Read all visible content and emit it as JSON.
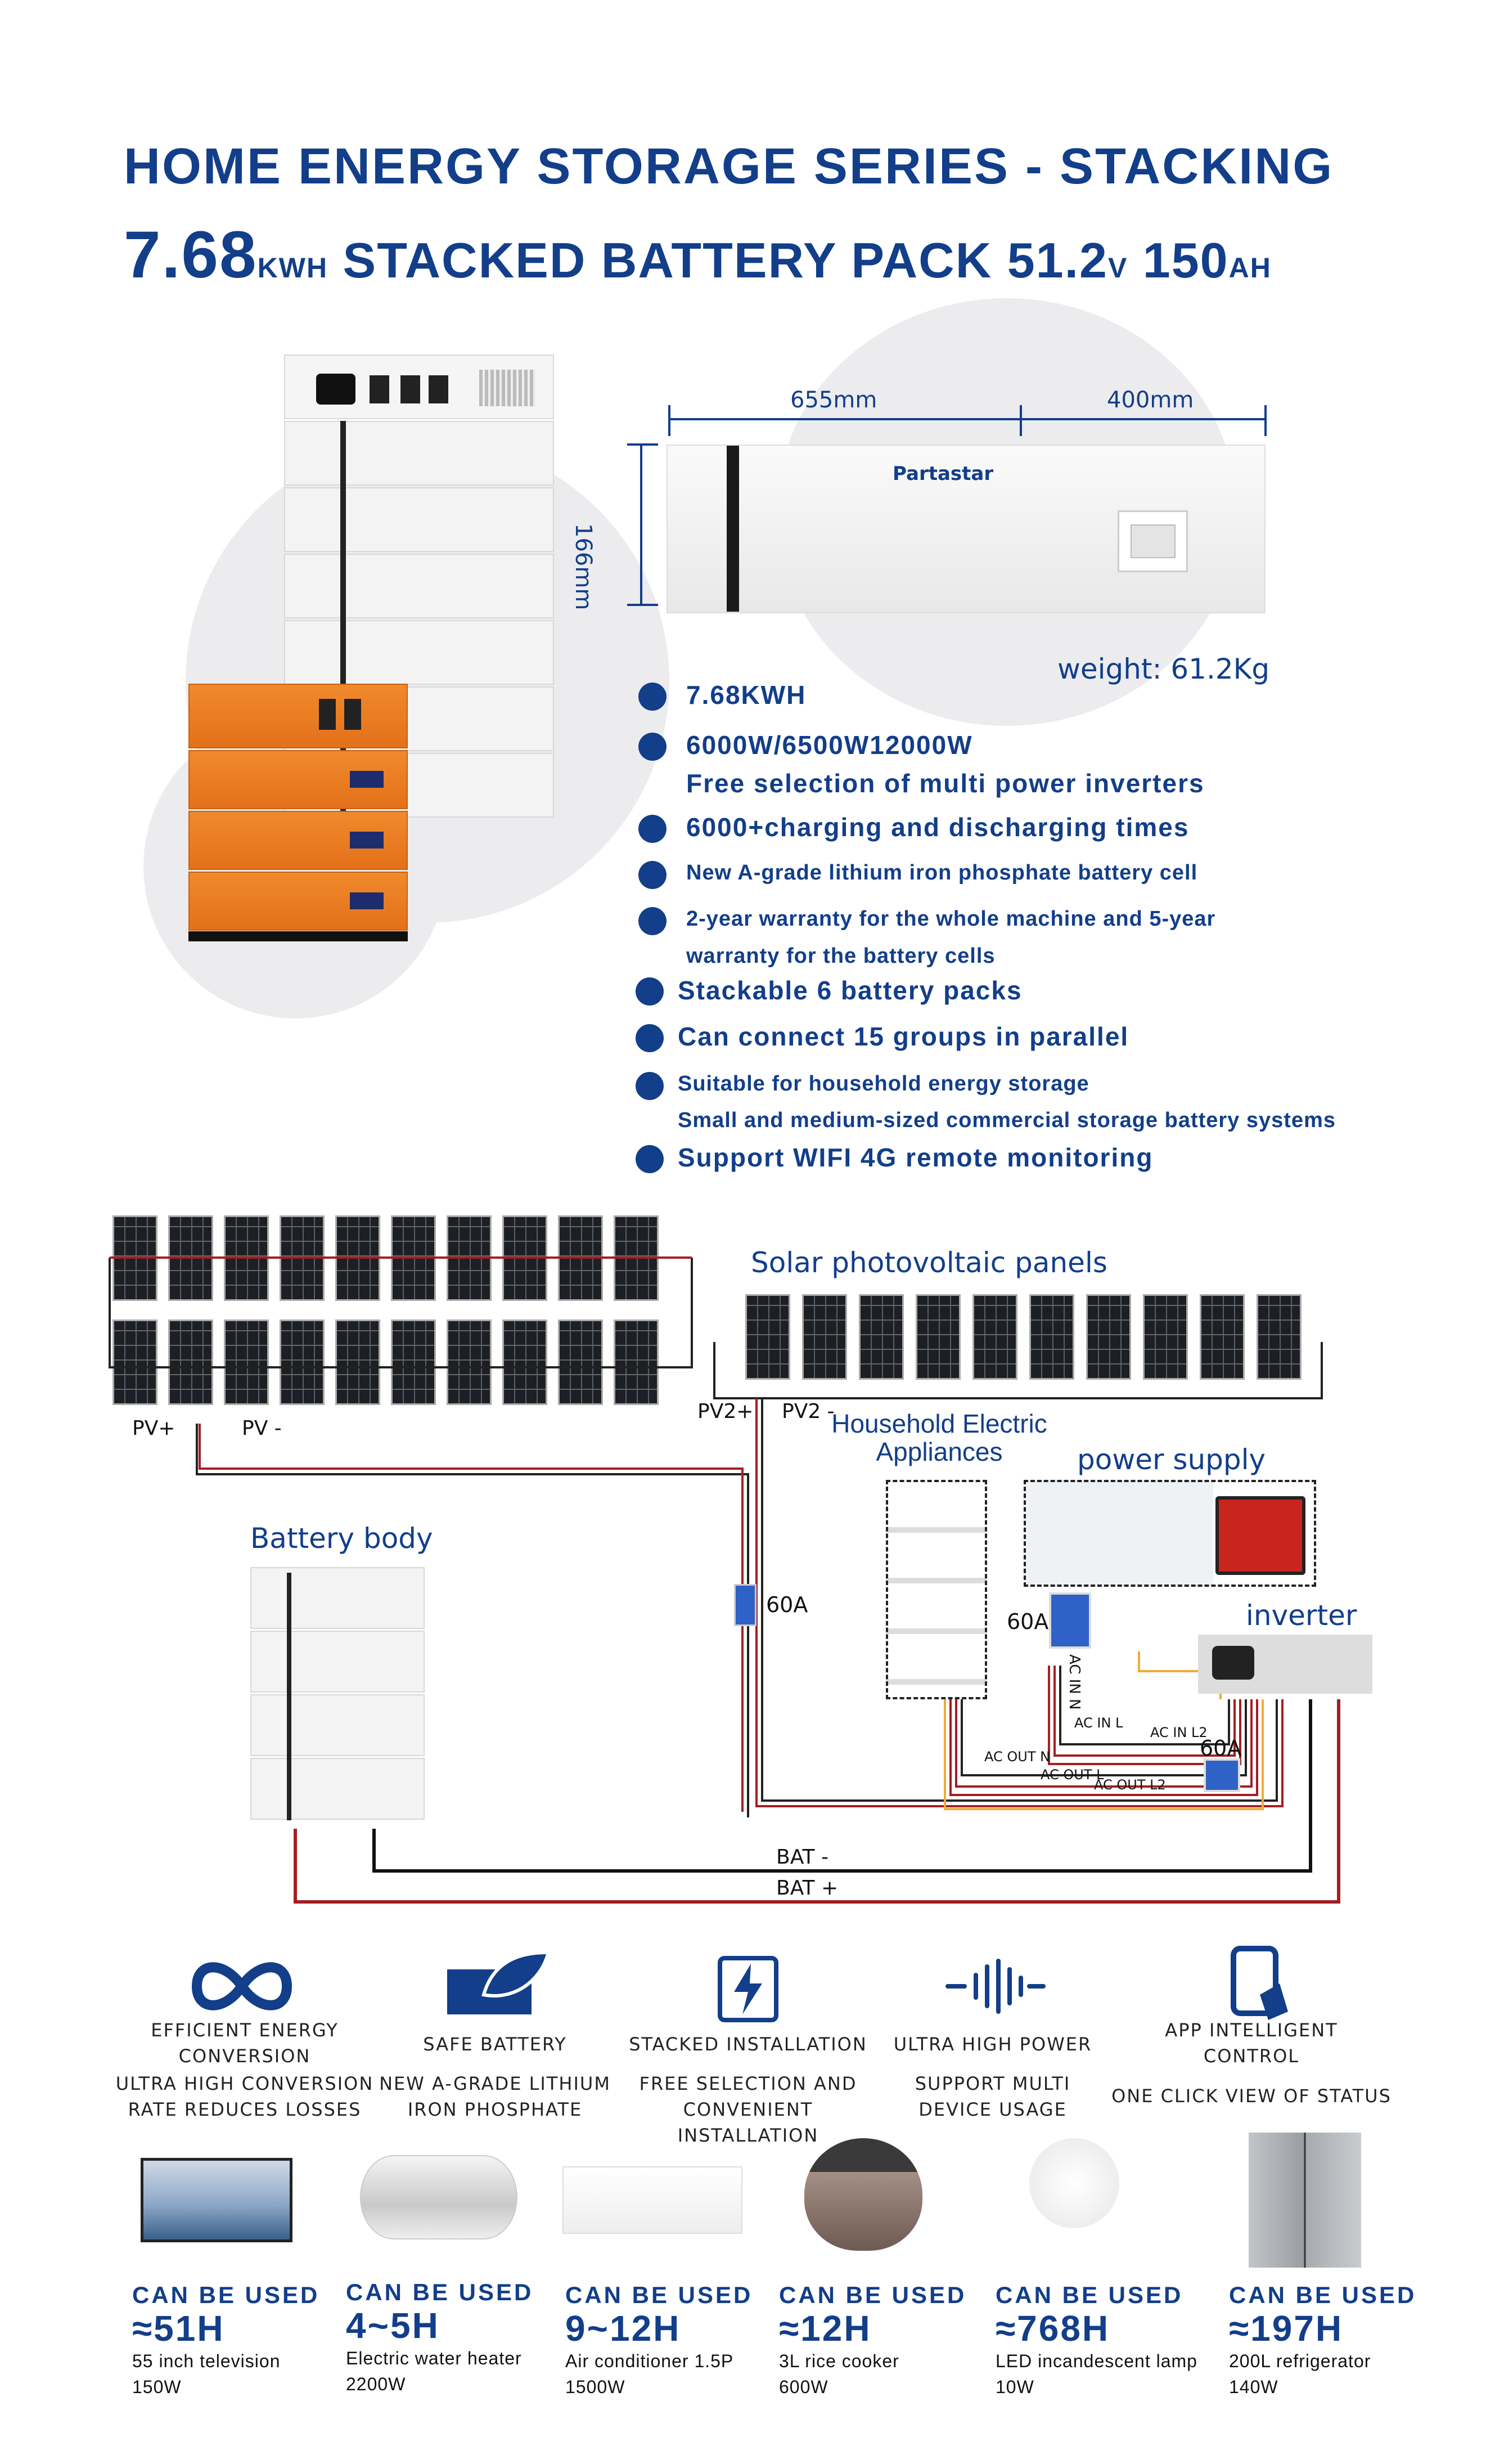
{
  "header": {
    "title": "HOME ENERGY STORAGE SERIES - STACKING",
    "cap_value": "7.68",
    "cap_unit": "KWH",
    "product": "STACKED BATTERY PACK",
    "volt_value": "51.2",
    "volt_unit": "V",
    "ah_value": "150",
    "ah_unit": "AH"
  },
  "brand": "Partastar",
  "dimensions": {
    "length": "655mm",
    "width": "400mm",
    "height": "166mm",
    "weight": "weight: 61.2Kg"
  },
  "features": [
    {
      "text": "7.68KWH"
    },
    {
      "text": "6000W/6500W12000W",
      "sub": "Free selection of multi power inverters"
    },
    {
      "text": "6000+charging and discharging times"
    },
    {
      "text": "New A-grade lithium iron phosphate battery cell"
    },
    {
      "text": "2-year warranty for the whole machine and 5-year",
      "sub": "warranty for the battery cells"
    },
    {
      "text": "Stackable 6 battery packs"
    },
    {
      "text": "Can connect 15 groups in parallel"
    },
    {
      "text": "Suitable for household energy storage",
      "sub": "Small and medium-sized commercial storage battery systems"
    },
    {
      "text": "Support WIFI 4G remote monitoring"
    }
  ],
  "diagram": {
    "solar": "Solar photovoltaic panels",
    "pv_plus": "PV+",
    "pv_minus": "PV -",
    "pv2_plus": "PV2+",
    "pv2_minus": "PV2 -",
    "appliances": "Household Electric Appliances",
    "power_supply": "power supply",
    "battery": "Battery body",
    "inverter": "inverter",
    "breaker1": "60A",
    "breaker2": "60A",
    "breaker3": "60A",
    "ac_in_n": "AC IN N",
    "ac_in_l": "AC IN L",
    "ac_in_l2": "AC IN L2",
    "ac_out_n": "AC OUT N",
    "ac_out_l": "AC OUT L",
    "ac_out_l2": "AC OUT L2",
    "bat_minus": "BAT -",
    "bat_plus": "BAT +"
  },
  "highlights": [
    {
      "icon": "infinity-icon",
      "title": "EFFICIENT ENERGY CONVERSION",
      "desc": "ULTRA HIGH CONVERSION RATE REDUCES LOSSES"
    },
    {
      "icon": "battery-leaf-icon",
      "title": "SAFE BATTERY",
      "desc": "NEW A-GRADE LITHIUM IRON PHOSPHATE"
    },
    {
      "icon": "stacked-install-icon",
      "title": "STACKED INSTALLATION",
      "desc": "FREE SELECTION AND CONVENIENT INSTALLATION"
    },
    {
      "icon": "power-wave-icon",
      "title": "ULTRA HIGH POWER",
      "desc": "SUPPORT MULTI DEVICE USAGE"
    },
    {
      "icon": "phone-app-icon",
      "title": "APP INTELLIGENT CONTROL",
      "desc": "ONE CLICK VIEW OF STATUS"
    }
  ],
  "usage": [
    {
      "label": "CAN BE USED",
      "value": "≈51H",
      "device": "55 inch television",
      "power": "150W"
    },
    {
      "label": "CAN BE USED",
      "value": "4~5H",
      "device": "Electric water heater",
      "power": "2200W"
    },
    {
      "label": "CAN BE USED",
      "value": "9~12H",
      "device": "Air conditioner 1.5P",
      "power": "1500W"
    },
    {
      "label": "CAN BE USED",
      "value": "≈12H",
      "device": "3L rice cooker",
      "power": "600W"
    },
    {
      "label": "CAN BE USED",
      "value": "≈768H",
      "device": "LED incandescent lamp",
      "power": "10W"
    },
    {
      "label": "CAN BE USED",
      "value": "≈197H",
      "device": "200L refrigerator",
      "power": "140W"
    }
  ],
  "colors": {
    "brand_blue": "#123e8a",
    "orange": "#e8761f",
    "wire_red": "#a31e22",
    "wire_orange": "#f2a93b"
  }
}
